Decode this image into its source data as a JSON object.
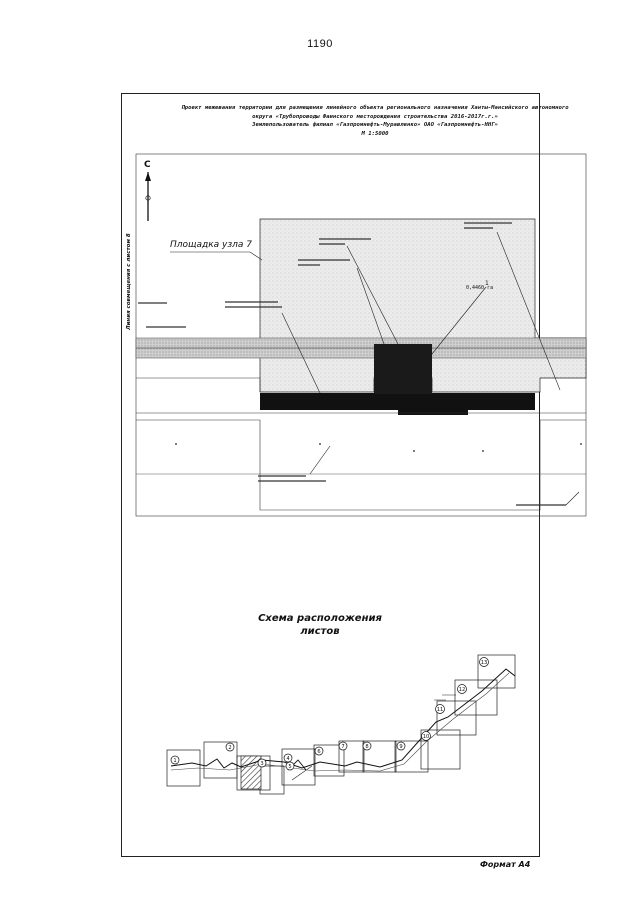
{
  "page_number": "1190",
  "title": {
    "line1": "Проект межевания территории для размещения линейного объекта регионального назначения Ханты-Мансийского автономного",
    "line2": "округа «Трубопроводы Фаинского месторождения строительства 2016-2017г.г.»",
    "line3": "Землепользователь филиал «Газпромнефть-Муравленко» ОАО «Газпромнефть-ННГ»",
    "line4": "М 1:5000"
  },
  "map": {
    "north_letter": "С",
    "site_label": "Площадка узла 7",
    "vertical_label": "Линия совмещения с листом 8",
    "marker_number": "1",
    "marker_area": "0,4460 га"
  },
  "scheme": {
    "title_line1": "Схема расположения",
    "title_line2": "листов",
    "sheets": [
      "1",
      "2",
      "3",
      "4",
      "5",
      "6",
      "7",
      "8",
      "9",
      "10",
      "11",
      "12",
      "13"
    ]
  },
  "footer": {
    "format_label": "Формат А4"
  }
}
